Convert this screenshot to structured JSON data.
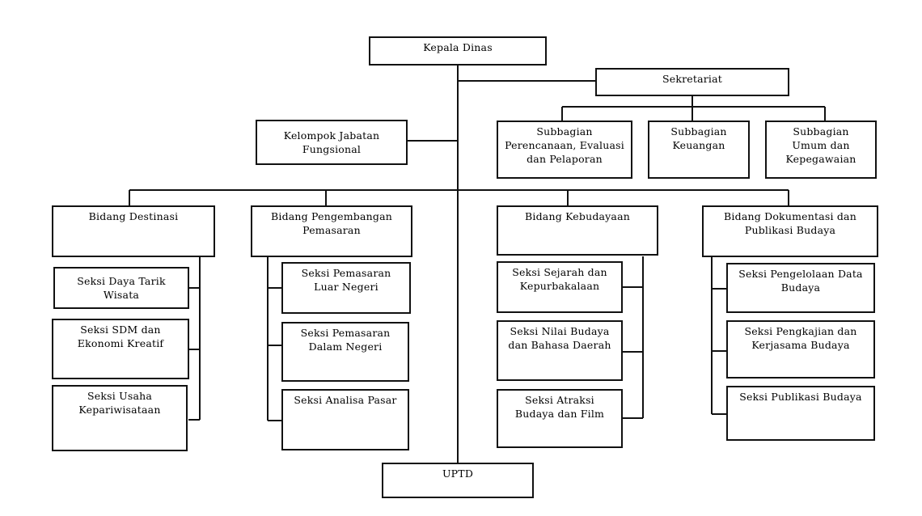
{
  "org": {
    "kepala": "Kepala Dinas",
    "sekretariat": "Sekretariat",
    "fungsional": "Kelompok Jabatan\nFungsional",
    "sub_perencanaan": "Subbagian\nPerencanaan, Evaluasi\ndan Pelaporan",
    "sub_keuangan": "Subbagian\nKeuangan",
    "sub_umum": "Subbagian\nUmum dan\nKepegawaian",
    "bidang_destinasi": "Bidang Destinasi",
    "seksi_daya_tarik": "Seksi Daya Tarik\nWisata",
    "seksi_sdm": "Seksi SDM dan\nEkonomi Kreatif",
    "seksi_usaha": "Seksi Usaha\nKepariwisataan",
    "bidang_pemasaran": "Bidang Pengembangan\nPemasaran",
    "seksi_luar_negeri": "Seksi Pemasaran\nLuar Negeri",
    "seksi_dalam_negeri": "Seksi Pemasaran\nDalam Negeri",
    "seksi_analisa": "Seksi Analisa Pasar",
    "bidang_kebudayaan": "Bidang Kebudayaan",
    "seksi_sejarah": "Seksi Sejarah dan\nKepurbakalaan",
    "seksi_nilai": "Seksi Nilai Budaya\ndan Bahasa Daerah",
    "seksi_atraksi": "Seksi Atraksi\nBudaya dan Film",
    "bidang_dokumentasi": "Bidang Dokumentasi dan\nPublikasi Budaya",
    "seksi_pengelolaan": "Seksi Pengelolaan Data\nBudaya",
    "seksi_pengkajian": "Seksi Pengkajian dan\nKerjasama  Budaya",
    "seksi_publikasi": "Seksi Publikasi Budaya",
    "uptd": "UPTD"
  }
}
